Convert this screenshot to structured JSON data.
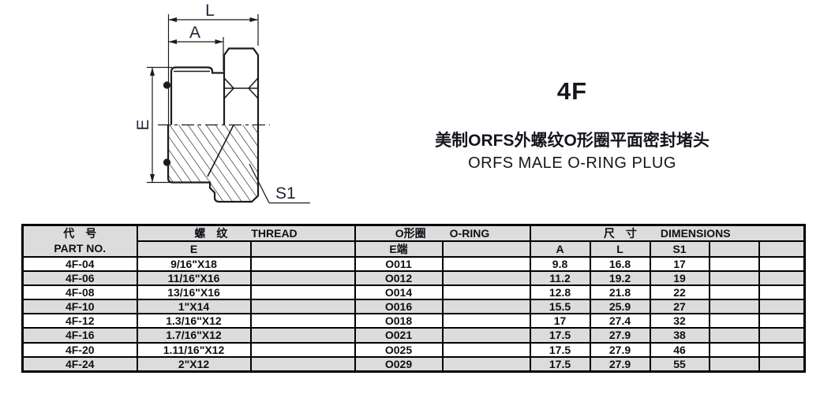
{
  "header": {
    "model": "4F",
    "title_zh": "美制ORFS外螺纹O形圈平面密封堵头",
    "title_en": "ORFS MALE O-RING PLUG"
  },
  "drawing": {
    "labels": {
      "length": "L",
      "thread_length": "A",
      "diameter": "E",
      "hex": "S1"
    }
  },
  "table": {
    "header": {
      "part_no_zh": "代　号",
      "part_no_en": "PART NO.",
      "thread_zh": "螺　纹",
      "thread_en": "THREAD",
      "oring_zh": "O形圈",
      "oring_en": "O-RING",
      "dims_zh": "尺　寸",
      "dims_en": "DIMENSIONS"
    },
    "subheader": [
      "E",
      "",
      "E端",
      "",
      "A",
      "L",
      "S1",
      "",
      ""
    ],
    "rows": [
      {
        "cells": [
          "4F-04",
          "9/16\"X18",
          "",
          "O011",
          "",
          "9.8",
          "16.8",
          "17",
          "",
          ""
        ]
      },
      {
        "cells": [
          "4F-06",
          "11/16\"X16",
          "",
          "O012",
          "",
          "11.2",
          "19.2",
          "19",
          "",
          ""
        ]
      },
      {
        "cells": [
          "4F-08",
          "13/16\"X16",
          "",
          "O014",
          "",
          "12.8",
          "21.8",
          "22",
          "",
          ""
        ]
      },
      {
        "cells": [
          "4F-10",
          "1\"X14",
          "",
          "O016",
          "",
          "15.5",
          "25.9",
          "27",
          "",
          ""
        ]
      },
      {
        "cells": [
          "4F-12",
          "1.3/16\"X12",
          "",
          "O018",
          "",
          "17",
          "27.4",
          "32",
          "",
          ""
        ]
      },
      {
        "cells": [
          "4F-16",
          "1.7/16\"X12",
          "",
          "O021",
          "",
          "17.5",
          "27.9",
          "38",
          "",
          ""
        ]
      },
      {
        "cells": [
          "4F-20",
          "1.11/16\"X12",
          "",
          "O025",
          "",
          "17.5",
          "27.9",
          "46",
          "",
          ""
        ]
      },
      {
        "cells": [
          "4F-24",
          "2\"X12",
          "",
          "O029",
          "",
          "17.5",
          "27.9",
          "55",
          "",
          ""
        ]
      }
    ]
  },
  "colors": {
    "header_bg": "#dcdcdc",
    "row_alt": "#dcdcdc",
    "border_c": "#000000",
    "label_c": "#23233c",
    "line_c": "#1c1c1c"
  }
}
